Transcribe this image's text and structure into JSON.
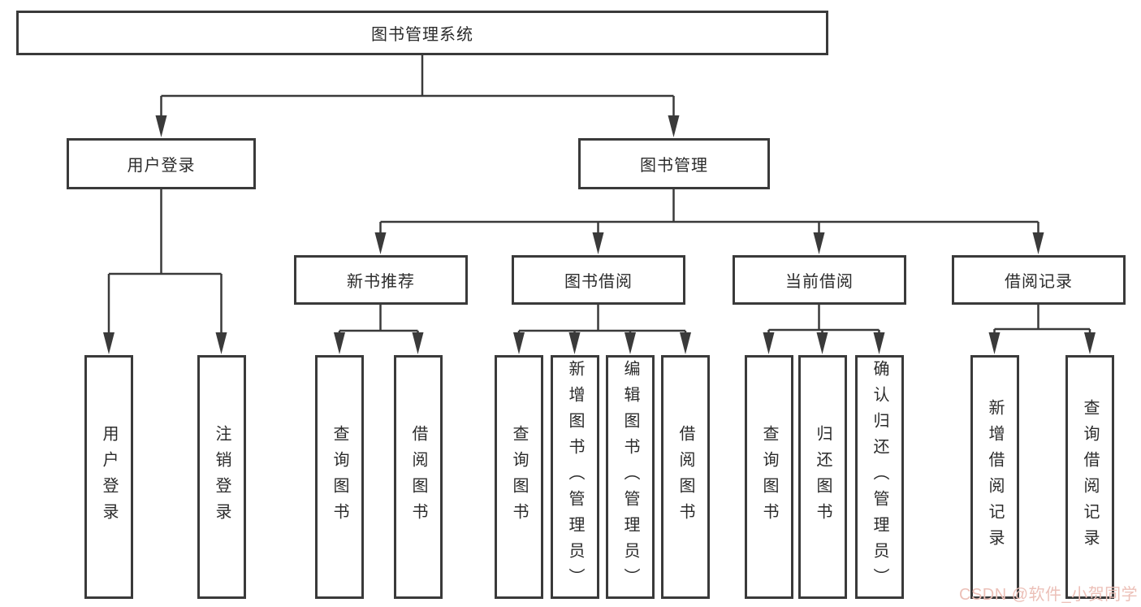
{
  "page": {
    "background": "#ffffff"
  },
  "colors": {
    "line": "#3a3a3a",
    "box_border": "#3a3a3a",
    "text": "#2b2b2b",
    "watermark": "#ecc0b8"
  },
  "watermark": {
    "text": "CSDN @软件_小贺同学"
  },
  "tree": {
    "label": "图书管理系统",
    "children": [
      {
        "label": "用户登录",
        "children": [
          {
            "label": "用户登录"
          },
          {
            "label": "注销登录"
          }
        ]
      },
      {
        "label": "图书管理",
        "children": [
          {
            "label": "新书推荐",
            "children": [
              {
                "label": "查询图书"
              },
              {
                "label": "借阅图书"
              }
            ]
          },
          {
            "label": "图书借阅",
            "children": [
              {
                "label": "查询图书"
              },
              {
                "label": "新增图书（管理员）"
              },
              {
                "label": "编辑图书（管理员）"
              },
              {
                "label": "借阅图书"
              }
            ]
          },
          {
            "label": "当前借阅",
            "children": [
              {
                "label": "查询图书"
              },
              {
                "label": "归还图书"
              },
              {
                "label": "确认归还（管理员）"
              }
            ]
          },
          {
            "label": "借阅记录",
            "children": [
              {
                "label": "新增借阅记录"
              },
              {
                "label": "查询借阅记录"
              }
            ]
          }
        ]
      }
    ]
  }
}
